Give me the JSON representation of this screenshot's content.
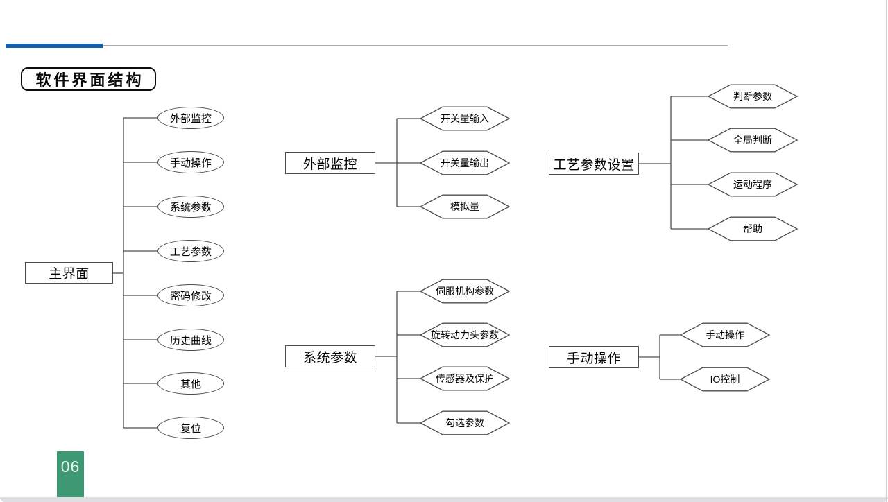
{
  "page": {
    "title": "软件界面结构",
    "page_number": "06"
  },
  "colors": {
    "accent_blue": "#1161ae",
    "accent_green": "#3e9874",
    "line_gray": "#4d4d4d",
    "header_rule_gray": "#9c9c9c"
  },
  "trees": {
    "main": {
      "root": "主界面",
      "children": [
        "外部监控",
        "手动操作",
        "系统参数",
        "工艺参数",
        "密码修改",
        "历史曲线",
        "其他",
        "复位"
      ]
    },
    "external_monitoring": {
      "root": "外部监控",
      "children": [
        "开关量输入",
        "开关量输出",
        "模拟量"
      ]
    },
    "system_params": {
      "root": "系统参数",
      "children": [
        "伺服机构参数",
        "旋转动力头参数",
        "传感器及保护",
        "勾选参数"
      ]
    },
    "process_params": {
      "root": "工艺参数设置",
      "children": [
        "判断参数",
        "全局判断",
        "运动程序",
        "帮助"
      ]
    },
    "manual_operation": {
      "root": "手动操作",
      "children": [
        "手动操作",
        "IO控制"
      ]
    }
  }
}
